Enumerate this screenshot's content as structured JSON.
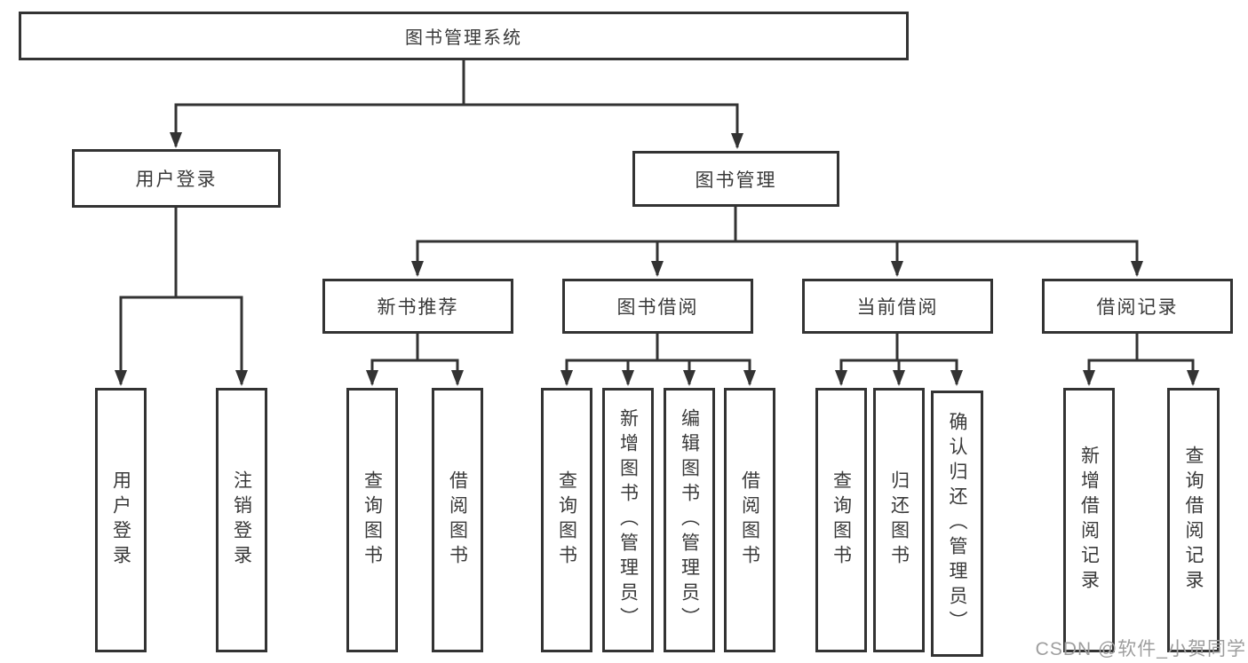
{
  "diagram": {
    "title": "图书管理系统",
    "level2": [
      "用户登录",
      "图书管理"
    ],
    "level3": [
      "新书推荐",
      "图书借阅",
      "当前借阅",
      "借阅记录"
    ],
    "leaves": [
      {
        "group": "用户登录",
        "items": [
          "用户登录",
          "注销登录"
        ]
      },
      {
        "group": "新书推荐",
        "items": [
          "查询图书",
          "借阅图书"
        ]
      },
      {
        "group": "图书借阅",
        "items": [
          "查询图书",
          "新增图书（管理员）",
          "编辑图书（管理员）",
          "借阅图书"
        ]
      },
      {
        "group": "当前借阅",
        "items": [
          "查询图书",
          "归还图书",
          "确认归还（管理员）"
        ]
      },
      {
        "group": "借阅记录",
        "items": [
          "新增借阅记录",
          "查询借阅记录"
        ]
      }
    ]
  },
  "watermark": "CSDN @软件_小贺同学",
  "colors": {
    "line": "#333333",
    "box_border": "#333333",
    "text": "#3a3a3a",
    "watermark": "#9e9e9e",
    "background": "#ffffff"
  }
}
